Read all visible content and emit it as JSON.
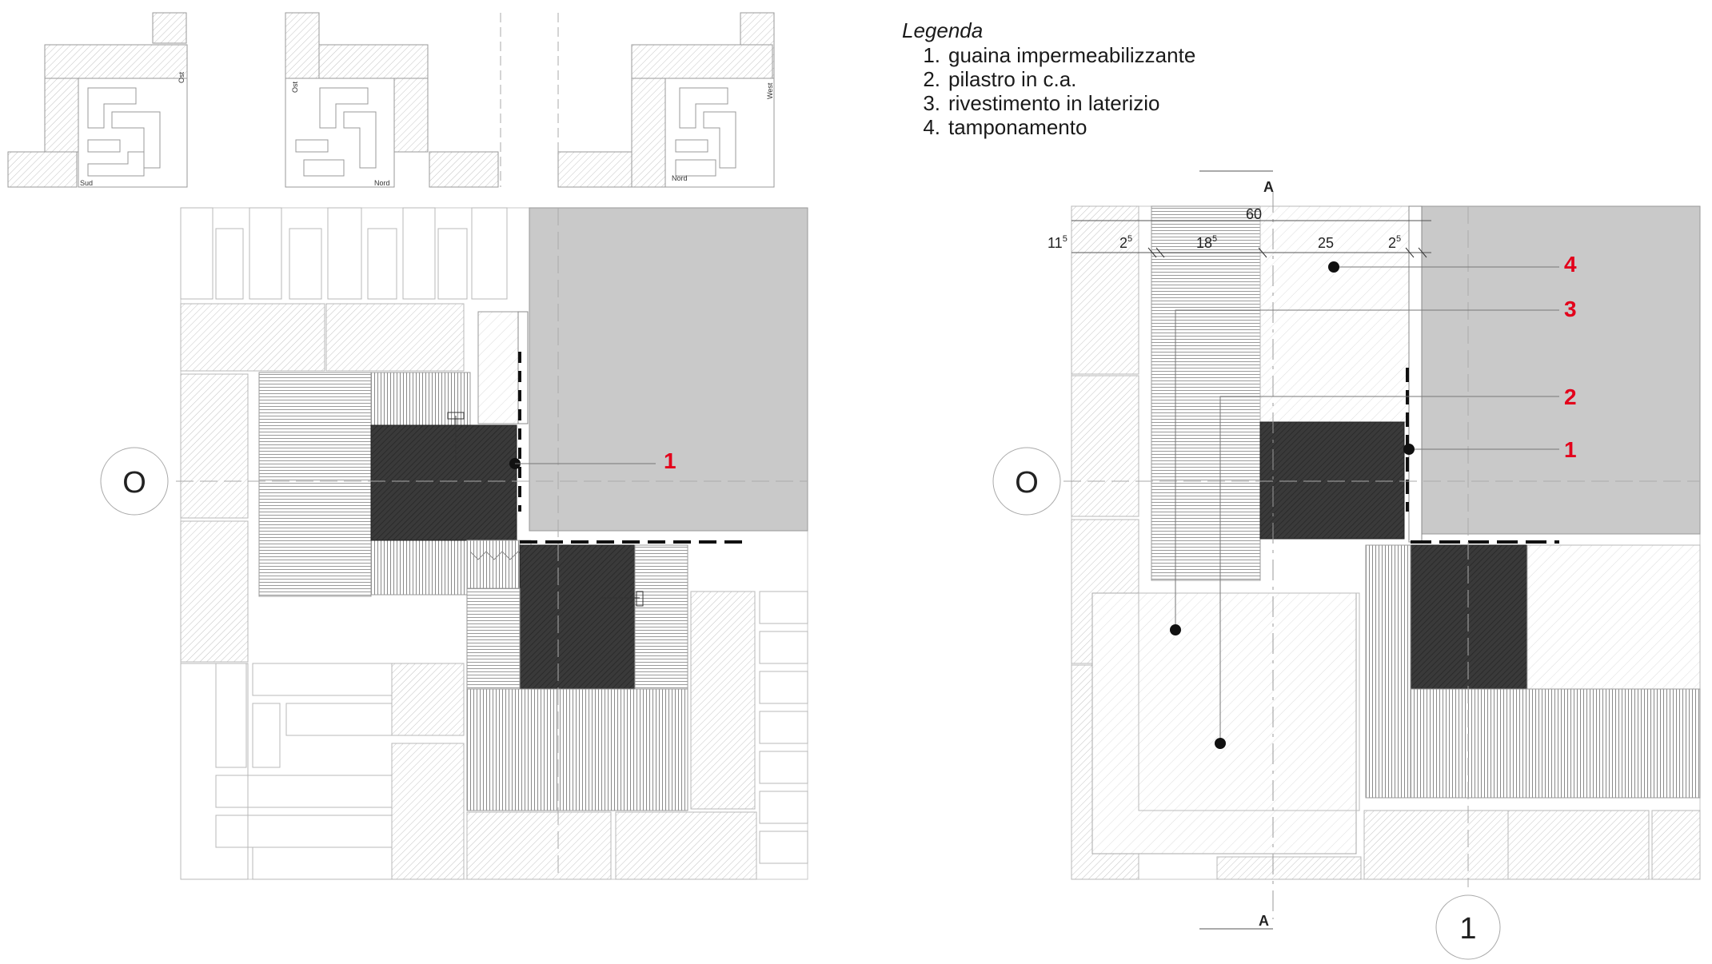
{
  "legend": {
    "title": "Legenda",
    "items": [
      {
        "num": "1.",
        "text": "guaina impermeabilizzante"
      },
      {
        "num": "2.",
        "text": "pilastro in c.a."
      },
      {
        "num": "3.",
        "text": "rivestimento in laterizio"
      },
      {
        "num": "4.",
        "text": "tamponamento"
      }
    ]
  },
  "thumbnails": [
    {
      "orientation": "Ost",
      "bottom_label": "Sud"
    },
    {
      "orientation": "Ost",
      "bottom_label": "Nord"
    },
    {
      "orientation": "West",
      "bottom_label": "Nord"
    }
  ],
  "left_plan": {
    "axis_label": "O",
    "callouts": [
      {
        "label": "1"
      }
    ]
  },
  "right_plan": {
    "axis_label": "O",
    "grid_label_bottom": "1",
    "section_label_top": "A",
    "section_label_bottom": "A",
    "dimensions": {
      "total": "60",
      "d1_main": "11",
      "d1_sup": "5",
      "d2_main": "2",
      "d2_sup": "5",
      "d3_main": "18",
      "d3_sup": "5",
      "d4": "25",
      "d5_main": "2",
      "d5_sup": "5"
    },
    "callouts": [
      {
        "label": "4"
      },
      {
        "label": "3"
      },
      {
        "label": "2"
      },
      {
        "label": "1"
      }
    ]
  },
  "colors": {
    "callout": "#e3001b",
    "concrete": "#c9c9c9",
    "dark_brick": "#333333",
    "line": "#b0b0b0"
  }
}
